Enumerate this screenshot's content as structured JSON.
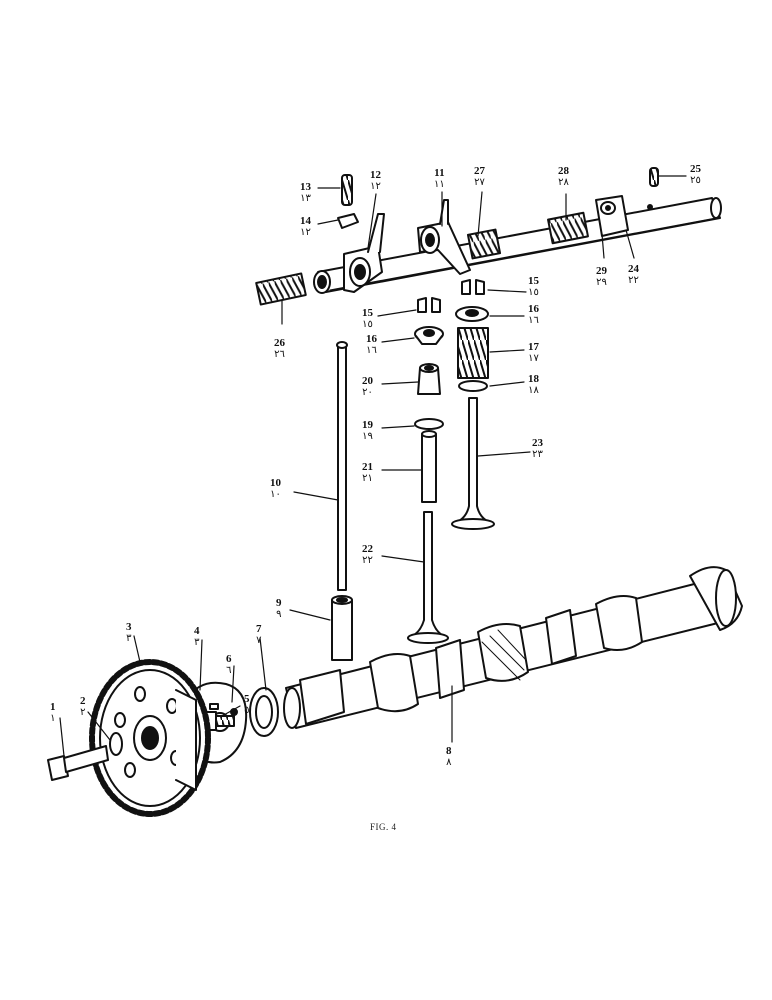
{
  "figure": {
    "caption": "FIG. 4"
  },
  "labels": [
    {
      "id": "1",
      "num": "1",
      "ar": "١"
    },
    {
      "id": "2",
      "num": "2",
      "ar": "٢"
    },
    {
      "id": "3",
      "num": "3",
      "ar": "٣"
    },
    {
      "id": "4",
      "num": "4",
      "ar": "٣"
    },
    {
      "id": "5",
      "num": "5",
      "ar": "٥"
    },
    {
      "id": "6",
      "num": "6",
      "ar": "٦"
    },
    {
      "id": "7",
      "num": "7",
      "ar": "٧"
    },
    {
      "id": "8",
      "num": "8",
      "ar": "٨"
    },
    {
      "id": "9",
      "num": "9",
      "ar": "٩"
    },
    {
      "id": "10",
      "num": "10",
      "ar": "١٠"
    },
    {
      "id": "11",
      "num": "11",
      "ar": "١١"
    },
    {
      "id": "12",
      "num": "12",
      "ar": "١٢"
    },
    {
      "id": "13",
      "num": "13",
      "ar": "١٣"
    },
    {
      "id": "14",
      "num": "14",
      "ar": "١٢"
    },
    {
      "id": "15a",
      "num": "15",
      "ar": "١٥"
    },
    {
      "id": "15b",
      "num": "15",
      "ar": "١٥"
    },
    {
      "id": "16a",
      "num": "16",
      "ar": "١٦"
    },
    {
      "id": "16b",
      "num": "16",
      "ar": "١٦"
    },
    {
      "id": "17",
      "num": "17",
      "ar": "١٧"
    },
    {
      "id": "18",
      "num": "18",
      "ar": "١٨"
    },
    {
      "id": "19",
      "num": "19",
      "ar": "١٩"
    },
    {
      "id": "20",
      "num": "20",
      "ar": "٢٠"
    },
    {
      "id": "21",
      "num": "21",
      "ar": "٢١"
    },
    {
      "id": "22",
      "num": "22",
      "ar": "٢٢"
    },
    {
      "id": "23",
      "num": "23",
      "ar": "٢٣"
    },
    {
      "id": "24",
      "num": "24",
      "ar": "٢٢"
    },
    {
      "id": "25",
      "num": "25",
      "ar": "٢٥"
    },
    {
      "id": "26",
      "num": "26",
      "ar": "٢٦"
    },
    {
      "id": "27",
      "num": "27",
      "ar": "٢٧"
    },
    {
      "id": "28",
      "num": "28",
      "ar": "٢٨"
    },
    {
      "id": "29",
      "num": "29",
      "ar": "٢٩"
    }
  ]
}
